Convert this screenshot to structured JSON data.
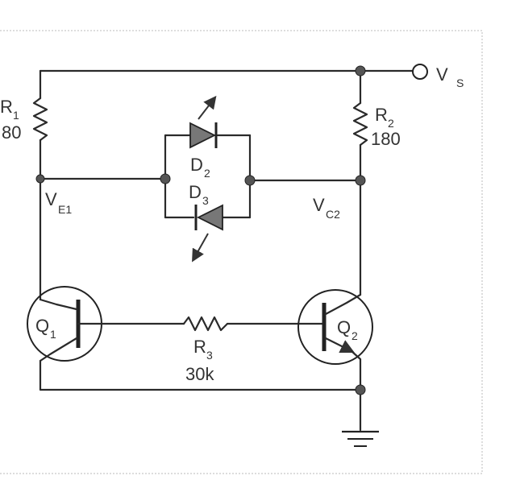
{
  "labels": {
    "vs": "V",
    "vs_sub": "S",
    "r1": "R",
    "r1_sub": "1",
    "r1_value": "80",
    "r2": "R",
    "r2_sub": "2",
    "r2_value": "180",
    "r3": "R",
    "r3_sub": "3",
    "r3_value": "30k",
    "d2": "D",
    "d2_sub": "2",
    "d3": "D",
    "d3_sub": "3",
    "ve1": "V",
    "ve1_sub": "E1",
    "vc2": "V",
    "vc2_sub": "C2",
    "q1": "Q",
    "q1_sub": "1",
    "q2": "Q",
    "q2_sub": "2"
  }
}
